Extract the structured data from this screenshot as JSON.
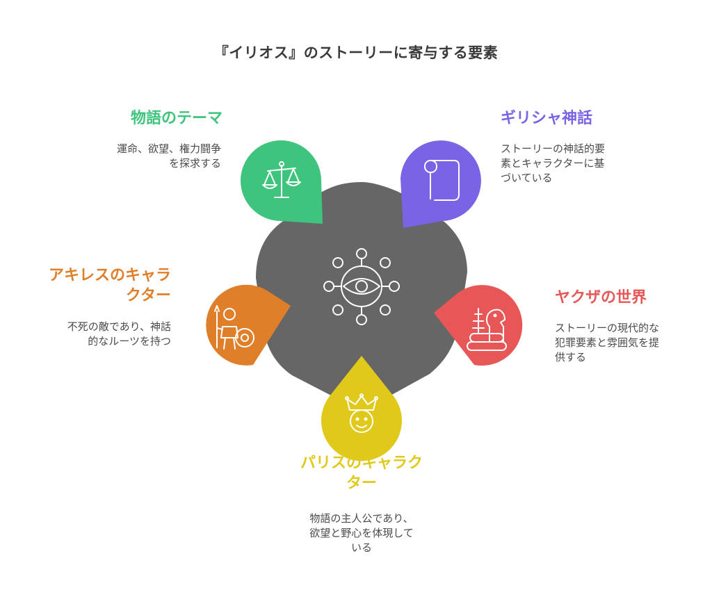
{
  "title": "『イリオス』のストーリーに寄与する要素",
  "colors": {
    "center": "#666666",
    "theme": "#3ec47c",
    "greek": "#7b63e6",
    "yakuza": "#e85757",
    "paris": "#e0c91b",
    "achilles": "#e07f2a"
  },
  "segments": {
    "theme": {
      "label": "物語のテーマ",
      "desc_1": "運命、欲望、権力闘争",
      "desc_2": "を探求する",
      "icon": "scales-icon"
    },
    "greek": {
      "label": "ギリシャ神話",
      "desc_1": "ストーリーの神話的要",
      "desc_2": "素とキャラクターに基",
      "desc_3": "づいている",
      "icon": "scroll-icon"
    },
    "yakuza": {
      "label": "ヤクザの世界",
      "desc_1": "ストーリーの現代的な",
      "desc_2": "犯罪要素と雰囲気を提",
      "desc_3": "供する",
      "icon": "chess-knight-icon"
    },
    "paris": {
      "label_1": "パリスのキャラク",
      "label_2": "ター",
      "desc_1": "物語の主人公であり、",
      "desc_2": "欲望と野心を体現して",
      "desc_3": "いる",
      "icon": "crowned-face-icon"
    },
    "achilles": {
      "label_1": "アキレスのキャラ",
      "label_2": "クター",
      "desc_1": "不死の敵であり、神話",
      "desc_2": "的なルーツを持つ",
      "icon": "warrior-icon"
    }
  },
  "center_icon": "eye-network-icon"
}
